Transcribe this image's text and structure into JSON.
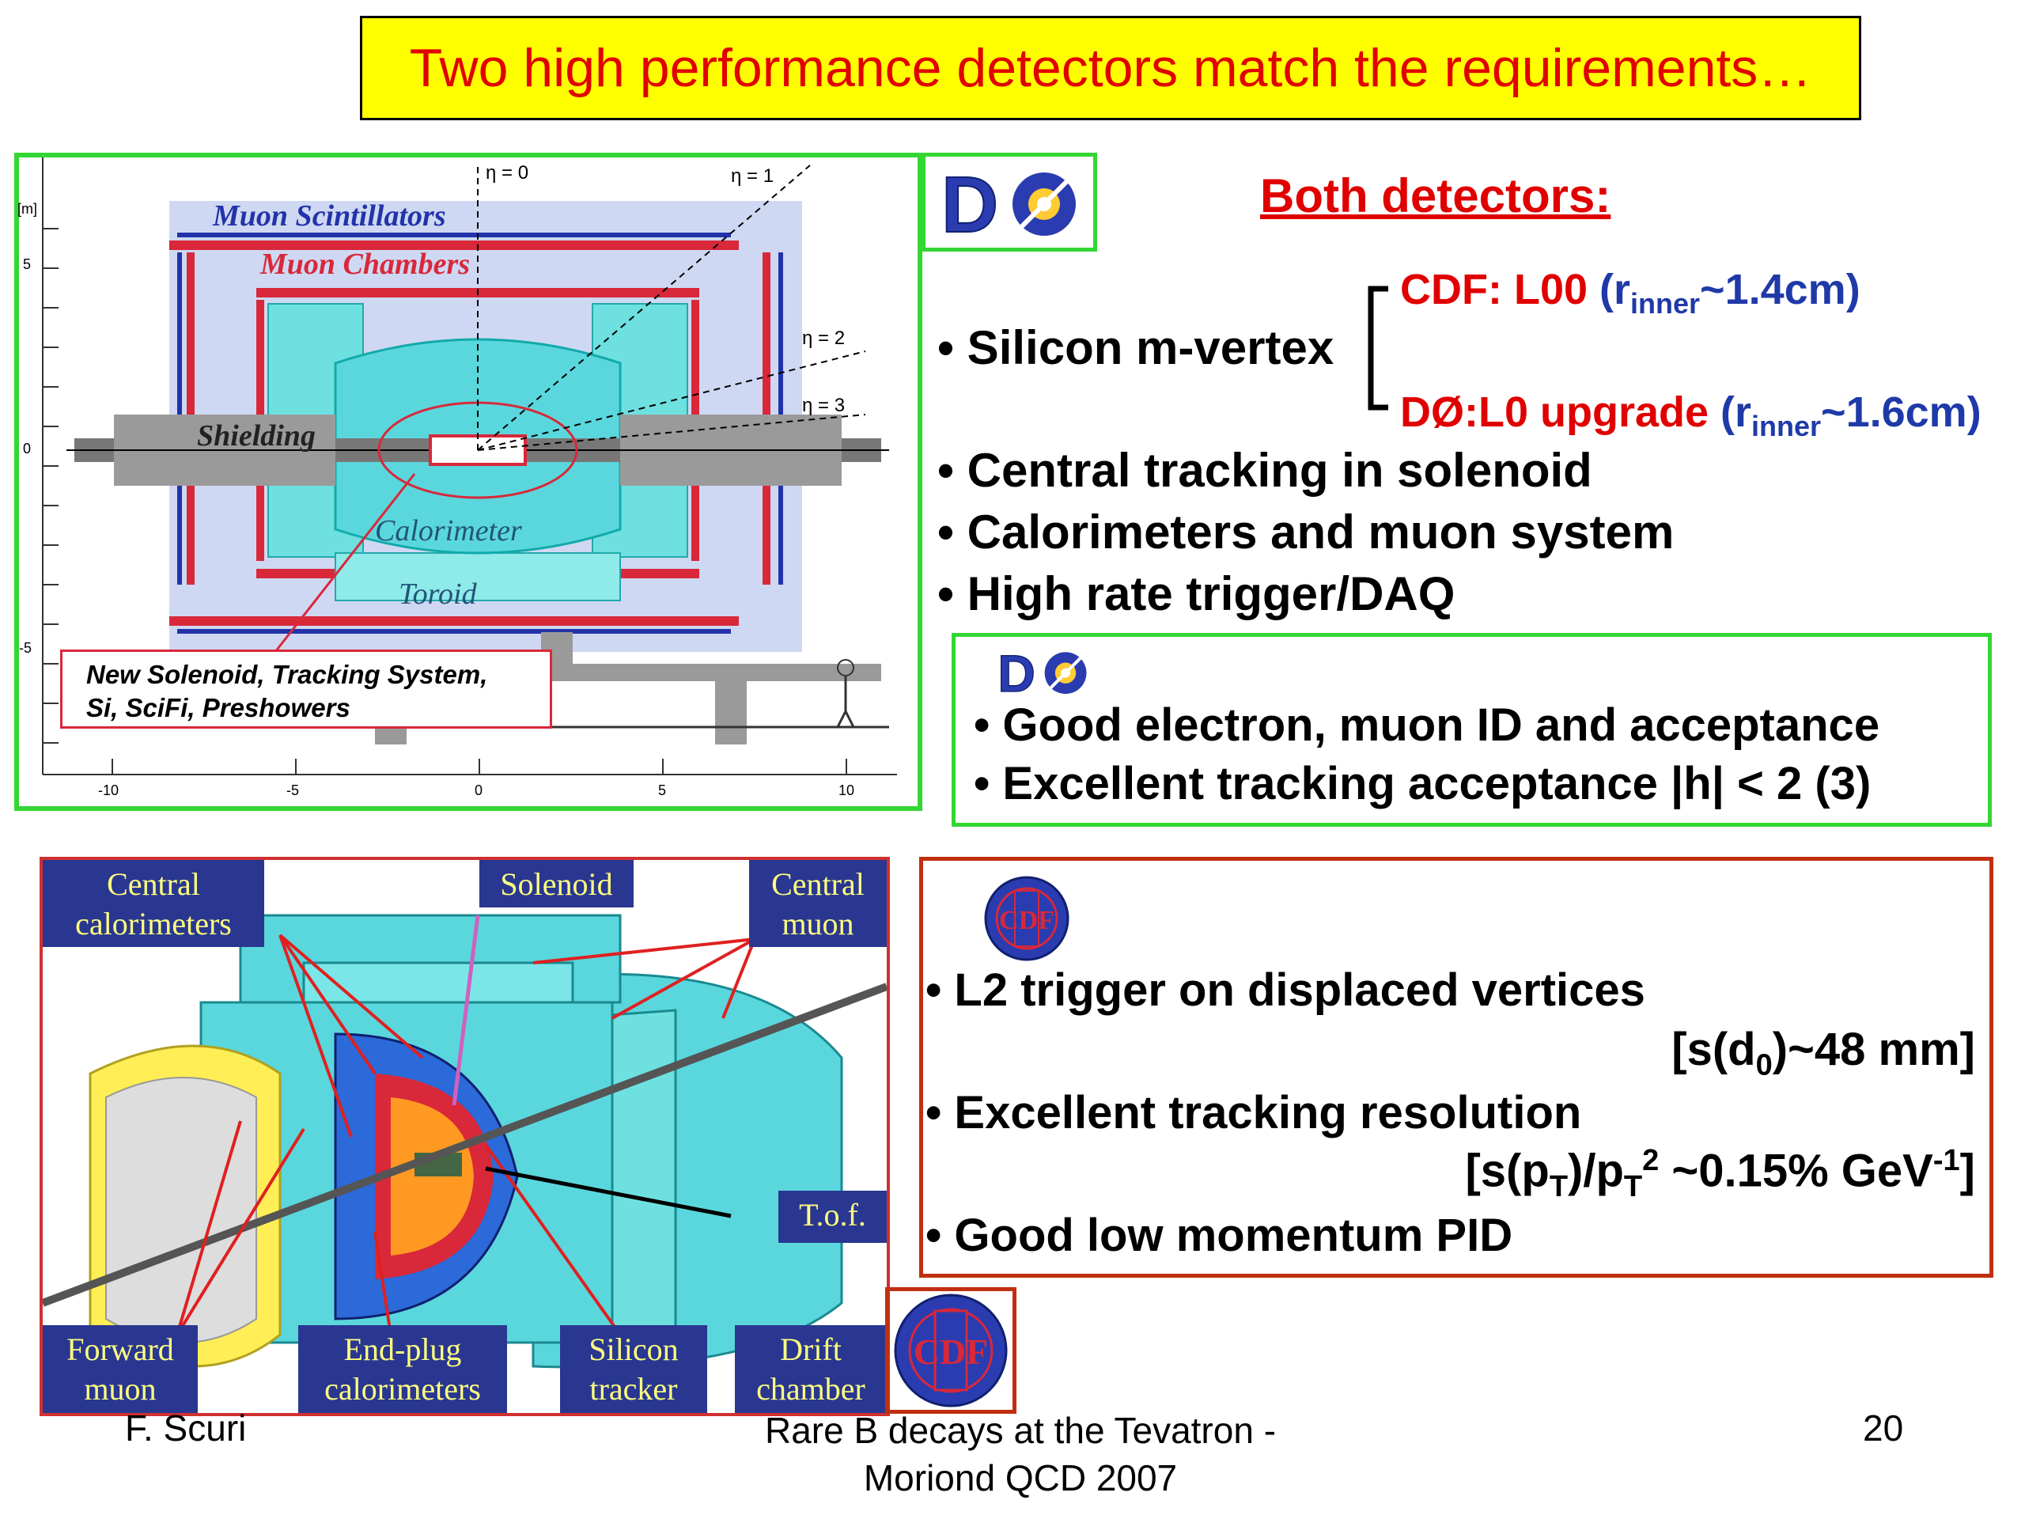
{
  "title": "Two high performance detectors match the requirements…",
  "d0_figure": {
    "eta_labels": [
      "η = 0",
      "η = 1",
      "η = 2",
      "η = 3"
    ],
    "parts": [
      "Muon Scintillators",
      "Muon Chambers",
      "Shielding",
      "Calorimeter",
      "Toroid"
    ],
    "callout_line1": "New Solenoid, Tracking System,",
    "callout_line2": "Si, SciFi, Preshowers",
    "y_unit": "[m]",
    "y_ticks": [
      "5",
      "0",
      "-5"
    ],
    "x_ticks": [
      "-10",
      "-5",
      "0",
      "5",
      "10"
    ]
  },
  "both_detectors": {
    "heading": "Both detectors:",
    "silicon_label": "• Silicon m-vertex",
    "cdf_line": {
      "prefix": "CDF:  L00 ",
      "r": "(r",
      "sub": "inner",
      "val": "~1.4cm)"
    },
    "d0_line": {
      "prefix": "DØ:L0 upgrade ",
      "r": "(r",
      "sub": "inner",
      "val": "~1.6cm)"
    },
    "bullets": [
      "• Central tracking in solenoid",
      "• Calorimeters and muon system",
      "• High rate trigger/DAQ"
    ]
  },
  "d0_box": {
    "bullets": [
      "• Good electron, muon ID and acceptance",
      "• Excellent tracking acceptance |h| < 2 (3)"
    ]
  },
  "cdf_box": {
    "b1": "• L2 trigger on displaced vertices",
    "b1_detail": "[s(d",
    "b1_sub": "0",
    "b1_tail": ")~48 mm]",
    "b2": "• Excellent tracking resolution",
    "b2_a": "[s(p",
    "b2_sub1": "T",
    "b2_b": ")/p",
    "b2_sub2": "T",
    "b2_sup": "2",
    "b2_c": " ~0.15% GeV",
    "b2_sup2": "-1",
    "b2_d": "]",
    "b3": "• Good low momentum PID"
  },
  "cdf_labels": {
    "central_cal": [
      "Central",
      "calorimeters"
    ],
    "solenoid": "Solenoid",
    "central_muon": [
      "Central",
      "muon"
    ],
    "tof": "T.o.f.",
    "forward_muon": [
      "Forward",
      "muon"
    ],
    "endplug": [
      "End-plug",
      "calorimeters"
    ],
    "silicon": [
      "Silicon",
      "tracker"
    ],
    "drift": [
      "Drift",
      "chamber"
    ]
  },
  "logos": {
    "d0": "DØ",
    "cdf": "CDF"
  },
  "footer": {
    "author": "F. Scuri",
    "center_line1": "Rare B decays at the Tevatron -",
    "center_line2": "Moriond QCD 2007",
    "page": "20"
  },
  "colors": {
    "title_bg": "#ffff00",
    "title_text": "#e00000",
    "d0_green": "#33d633",
    "cdf_red": "#c03010",
    "label_blue": "#2a3790"
  }
}
